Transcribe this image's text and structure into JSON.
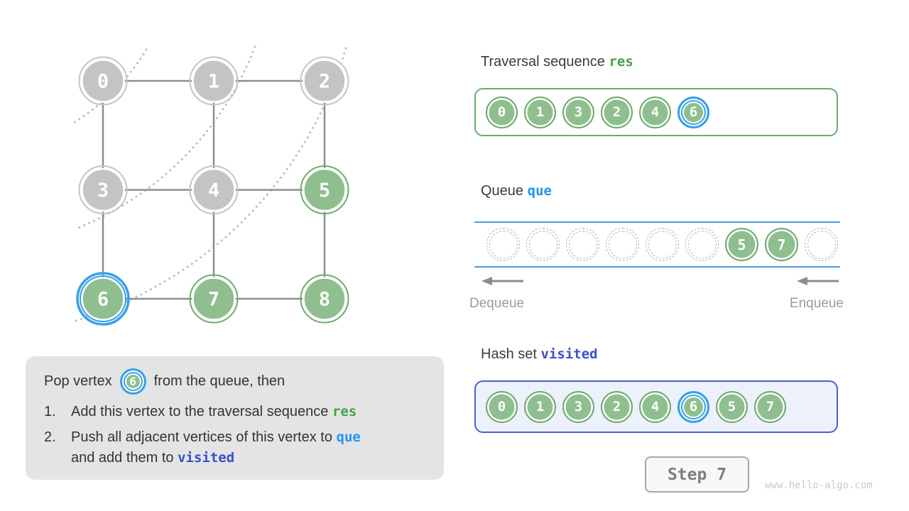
{
  "graph": {
    "vertices": [
      {
        "id": 0,
        "state": "visited"
      },
      {
        "id": 1,
        "state": "visited"
      },
      {
        "id": 2,
        "state": "visited"
      },
      {
        "id": 3,
        "state": "visited"
      },
      {
        "id": 4,
        "state": "visited"
      },
      {
        "id": 5,
        "state": "frontier"
      },
      {
        "id": 6,
        "state": "current"
      },
      {
        "id": 7,
        "state": "frontier"
      },
      {
        "id": 8,
        "state": "frontier"
      }
    ],
    "edges": [
      [
        0,
        1
      ],
      [
        1,
        2
      ],
      [
        3,
        4
      ],
      [
        4,
        5
      ],
      [
        6,
        7
      ],
      [
        7,
        8
      ],
      [
        0,
        3
      ],
      [
        3,
        6
      ],
      [
        1,
        4
      ],
      [
        4,
        7
      ],
      [
        2,
        5
      ],
      [
        5,
        8
      ]
    ],
    "bfs_wave_arcs": 3
  },
  "panels": {
    "traversal": {
      "title": "Traversal sequence",
      "code": "res",
      "items": [
        {
          "value": "0"
        },
        {
          "value": "1"
        },
        {
          "value": "3"
        },
        {
          "value": "2"
        },
        {
          "value": "4"
        },
        {
          "value": "6",
          "current": true
        }
      ]
    },
    "queue": {
      "title": "Queue",
      "code": "que",
      "cells": [
        null,
        null,
        null,
        null,
        null,
        null,
        "5",
        "7",
        null
      ],
      "dequeue_label": "Dequeue",
      "enqueue_label": "Enqueue"
    },
    "hashset": {
      "title": "Hash set",
      "code": "visited",
      "items": [
        {
          "value": "0"
        },
        {
          "value": "1"
        },
        {
          "value": "3"
        },
        {
          "value": "2"
        },
        {
          "value": "4"
        },
        {
          "value": "6",
          "current": true
        },
        {
          "value": "5"
        },
        {
          "value": "7"
        }
      ]
    }
  },
  "info_box": {
    "line1_pre": "Pop vertex",
    "line1_vertex": "6",
    "line1_post": "from the queue, then",
    "items": [
      {
        "num": "1.",
        "text": "Add this vertex to the traversal sequence ",
        "code": "res"
      },
      {
        "num": "2.",
        "text": "Push all adjacent vertices of this vertex to ",
        "code": "que",
        "text2": "and add them to ",
        "code2": "visited"
      }
    ]
  },
  "step": {
    "label": "Step 7"
  },
  "watermark": "www.hello-algo.com",
  "colors": {
    "green_fill": "#8fbe8f",
    "green_ring": "#6faa6f",
    "gray_fill": "#c4c4c4",
    "edge_gray": "#8e8e8e",
    "arc_dot_gray": "#bdbdbd",
    "highlight_blue": "#38a0e6",
    "queue_line_blue": "#4d9ade",
    "res_code": "#45a049",
    "que_code": "#2196f3",
    "visited_code": "#3d4fc8",
    "hash_border": "#4a61c9",
    "hash_bg": "#edf1fc",
    "info_bg": "#e4e4e4",
    "heading_text": "#3c3c3c",
    "muted_label": "#9b9b9b",
    "arrow_gray": "#8c8c8c",
    "step_text": "#7f7f7f",
    "watermark_gray": "#cbcbcb"
  }
}
